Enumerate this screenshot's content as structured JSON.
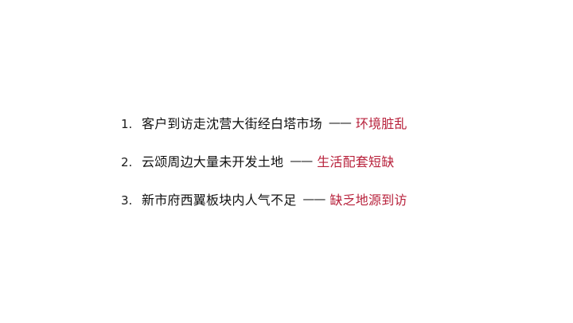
{
  "slide": {
    "background_color": "#ffffff",
    "accent_color": "#b8223c",
    "text_color": "#111111",
    "separator": "——",
    "items": [
      {
        "number": "1.",
        "text": "客户到访走沈营大街经白塔市场",
        "separator": "——",
        "accent": "环境脏乱"
      },
      {
        "number": "2.",
        "text": "云颂周边大量未开发土地",
        "separator": "——",
        "accent": "生活配套短缺"
      },
      {
        "number": "3.",
        "text": "新市府西翼板块内人气不足",
        "separator": "——",
        "accent": "缺乏地源到访"
      }
    ]
  }
}
